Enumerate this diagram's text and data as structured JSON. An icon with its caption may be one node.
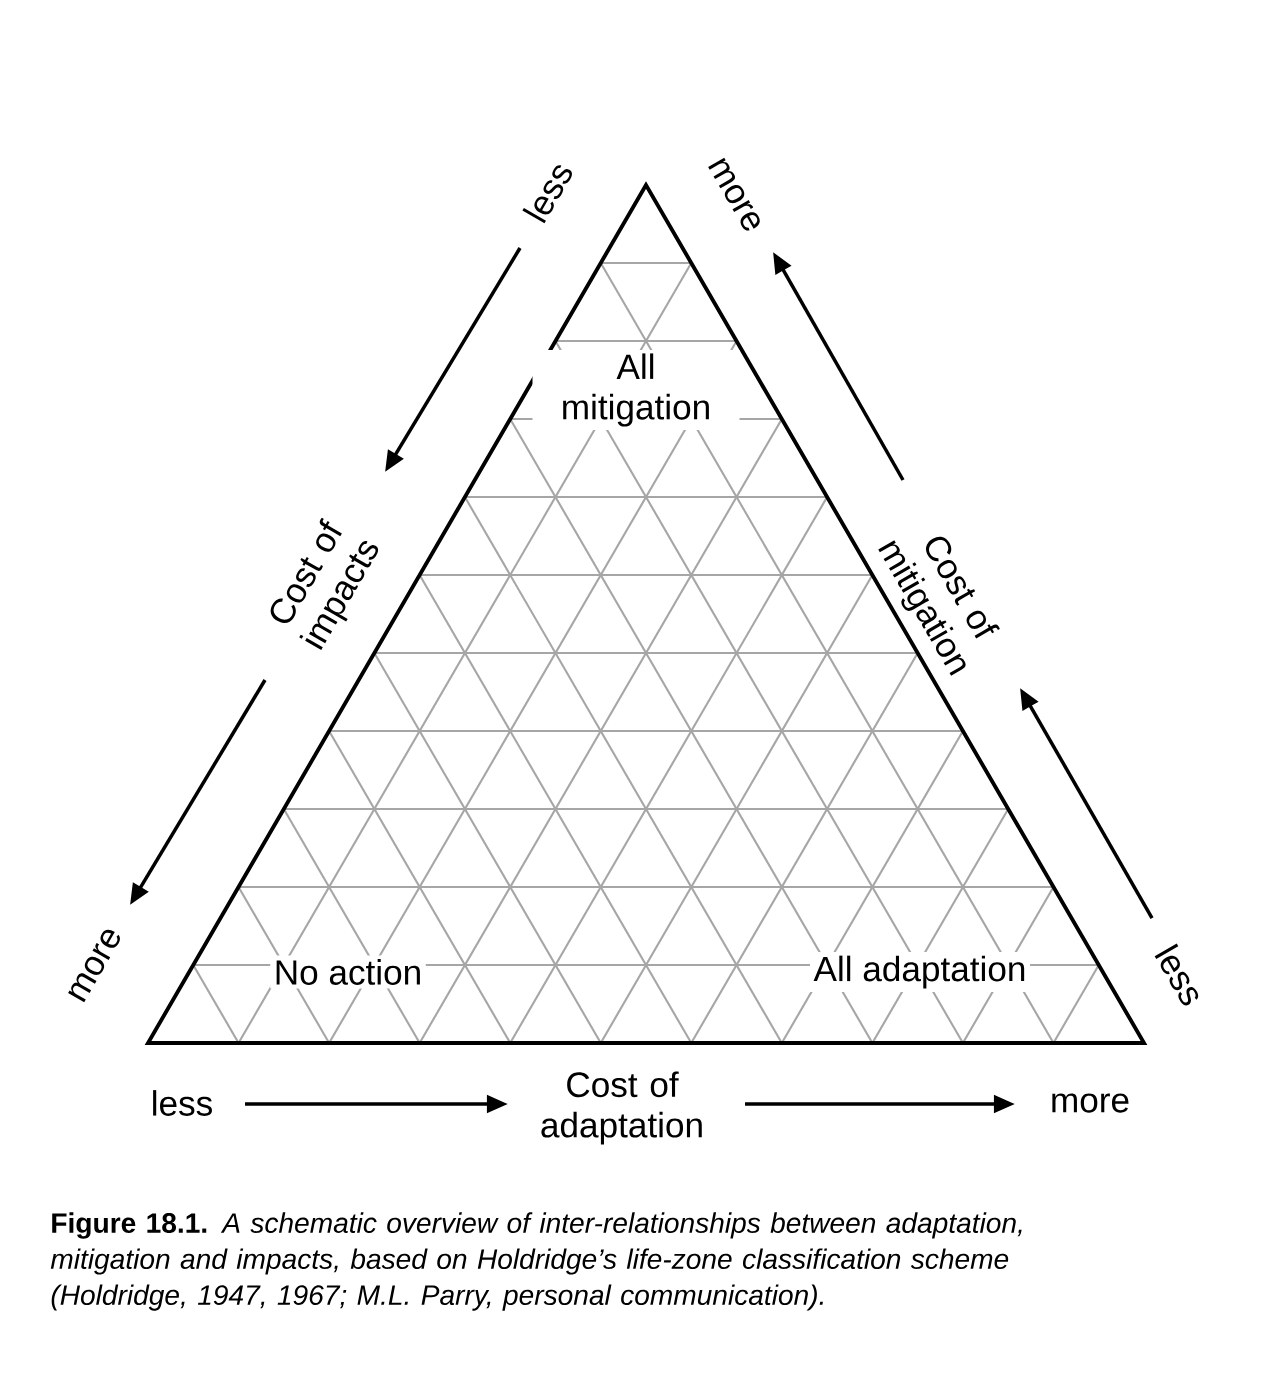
{
  "diagram": {
    "caption": "**Figure 18.1.** *A schematic overview of inter-relationships between adaptation, mitigation and impacts, based on Holdridge’s life-zone classification scheme (Holdridge, 1947, 1967; M.L. Parry, personal communication).*",
    "labels": [
      "less",
      "more",
      "All mitigation",
      "Cost of impacts",
      "Cost of mitigation",
      "more",
      "No action",
      "All adaptation",
      "less",
      "less",
      "Cost of adaptation",
      "more"
    ]
  }
}
